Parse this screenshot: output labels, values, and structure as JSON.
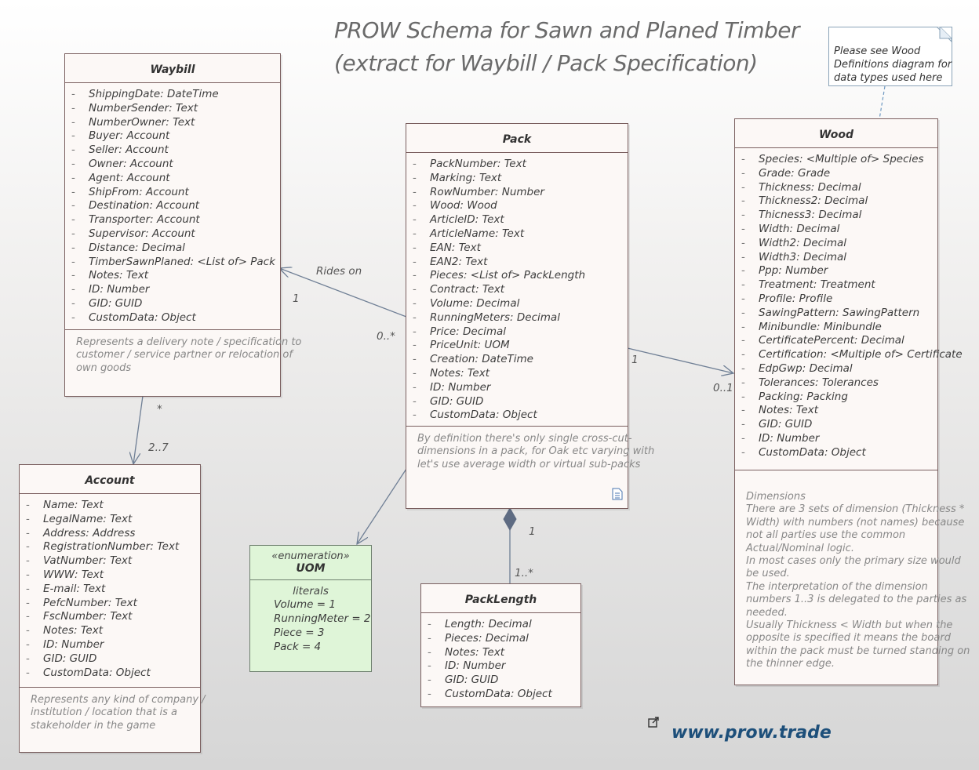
{
  "title": {
    "line1": "PROW Schema for Sawn and Planed Timber",
    "line2": "(extract for Waybill / Pack Specification)"
  },
  "note_box": {
    "line1": "Please see Wood",
    "line2": "Definitions diagram for",
    "line3": "data types used here"
  },
  "waybill": {
    "name": "Waybill",
    "attributes": [
      "ShippingDate: DateTime",
      "NumberSender: Text",
      "NumberOwner: Text",
      "Buyer: Account",
      "Seller: Account",
      "Owner: Account",
      "Agent: Account",
      "ShipFrom: Account",
      "Destination: Account",
      "Transporter: Account",
      "Supervisor: Account",
      "Distance: Decimal",
      "TimberSawnPlaned: <List of> Pack",
      "Notes: Text",
      "ID: Number",
      "GID: GUID",
      "CustomData: Object"
    ],
    "note": [
      "Represents a delivery note / specification to",
      "customer / service partner or relocation of",
      "own goods"
    ]
  },
  "pack": {
    "name": "Pack",
    "attributes": [
      "PackNumber: Text",
      "Marking: Text",
      "RowNumber: Number",
      "Wood: Wood",
      "ArticleID: Text",
      "ArticleName: Text",
      "EAN: Text",
      "EAN2: Text",
      "Pieces: <List of> PackLength",
      "Contract: Text",
      "Volume: Decimal",
      "RunningMeters: Decimal",
      "Price: Decimal",
      "PriceUnit: UOM",
      "Creation: DateTime",
      "Notes: Text",
      "ID: Number",
      "GID: GUID",
      "CustomData: Object"
    ],
    "note": [
      "By definition there's only single cross-cut-",
      "dimensions in a pack, for Oak etc varying with",
      "let's use average width or virtual sub-packs"
    ]
  },
  "wood": {
    "name": "Wood",
    "attributes": [
      "Species: <Multiple of> Species",
      "Grade: Grade",
      "Thickness: Decimal",
      "Thickness2: Decimal",
      "Thicness3: Decimal",
      "Width: Decimal",
      "Width2: Decimal",
      "Width3: Decimal",
      "Ppp: Number",
      "Treatment: Treatment",
      "Profile: Profile",
      "SawingPattern: SawingPattern",
      "Minibundle: Minibundle",
      "CertificatePercent: Decimal",
      "Certification: <Multiple of> Certificate",
      "EdpGwp: Decimal",
      "Tolerances: Tolerances",
      "Packing: Packing",
      "Notes: Text",
      "GID: GUID",
      "ID: Number",
      "CustomData: Object"
    ],
    "note": [
      "Dimensions",
      "There are 3 sets of dimension (Thickness *",
      "Width) with numbers (not names) because",
      "not all parties use the common",
      "Actual/Nominal logic.",
      "In most cases only the primary size would",
      "be used.",
      "The interpretation of the dimension",
      "numbers 1..3 is delegated to the parties as",
      "needed.",
      "Usually Thickness < Width but when the",
      "opposite is specified it means the board",
      "within the pack must be turned standing on",
      "the thinner edge."
    ]
  },
  "account": {
    "name": "Account",
    "attributes": [
      "Name: Text",
      "LegalName: Text",
      "Address: Address",
      "RegistrationNumber: Text",
      "VatNumber: Text",
      "WWW: Text",
      "E-mail: Text",
      "PefcNumber: Text",
      "FscNumber: Text",
      "Notes: Text",
      "ID: Number",
      "GID: GUID",
      "CustomData: Object"
    ],
    "note": [
      "Represents any kind of company /",
      "institution / location that is a",
      "stakeholder in the game"
    ]
  },
  "uom": {
    "stereotype": "«enumeration»",
    "name": "UOM",
    "literals_label": "literals",
    "literals": [
      "Volume = 1",
      "RunningMeter = 2",
      "Piece = 3",
      "Pack = 4"
    ]
  },
  "packlength": {
    "name": "PackLength",
    "attributes": [
      "Length: Decimal",
      "Pieces: Decimal",
      "Notes: Text",
      "ID: Number",
      "GID: GUID",
      "CustomData: Object"
    ]
  },
  "labels": {
    "rides_on": "Rides on",
    "waybill_pack_1": "1",
    "waybill_pack_0star": "0..*",
    "waybill_account_star": "*",
    "waybill_account_27": "2..7",
    "pack_wood_1": "1",
    "pack_wood_01": "0..1",
    "pack_len_1": "1",
    "pack_len_1star": "1..*"
  },
  "footer": {
    "url": "www.prow.trade",
    "link_icon": "external-link-icon"
  },
  "colors": {
    "class_fill": "#fcf8f6",
    "class_border": "#7a5f5f",
    "enum_fill": "#dff5d8",
    "url": "#1d4f7a",
    "line": "#6f7f95"
  }
}
